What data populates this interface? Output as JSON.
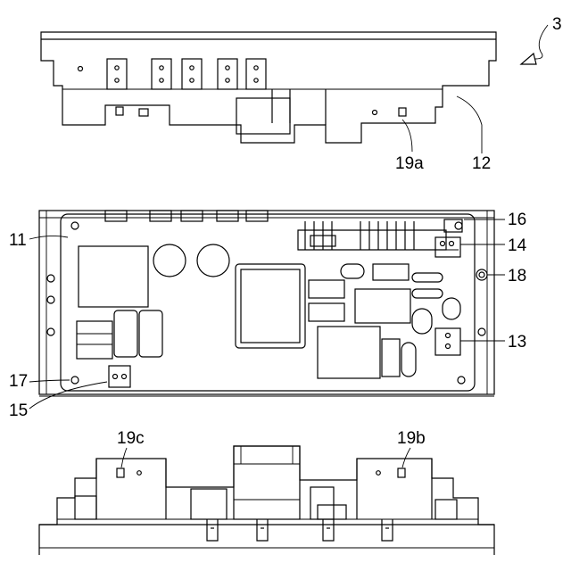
{
  "figure": {
    "labels": {
      "ref_3": "3",
      "ref_12": "12",
      "ref_19a": "19a",
      "ref_11": "11",
      "ref_16": "16",
      "ref_14": "14",
      "ref_18": "18",
      "ref_13": "13",
      "ref_17": "17",
      "ref_15": "15",
      "ref_19c": "19c",
      "ref_19b": "19b"
    }
  }
}
